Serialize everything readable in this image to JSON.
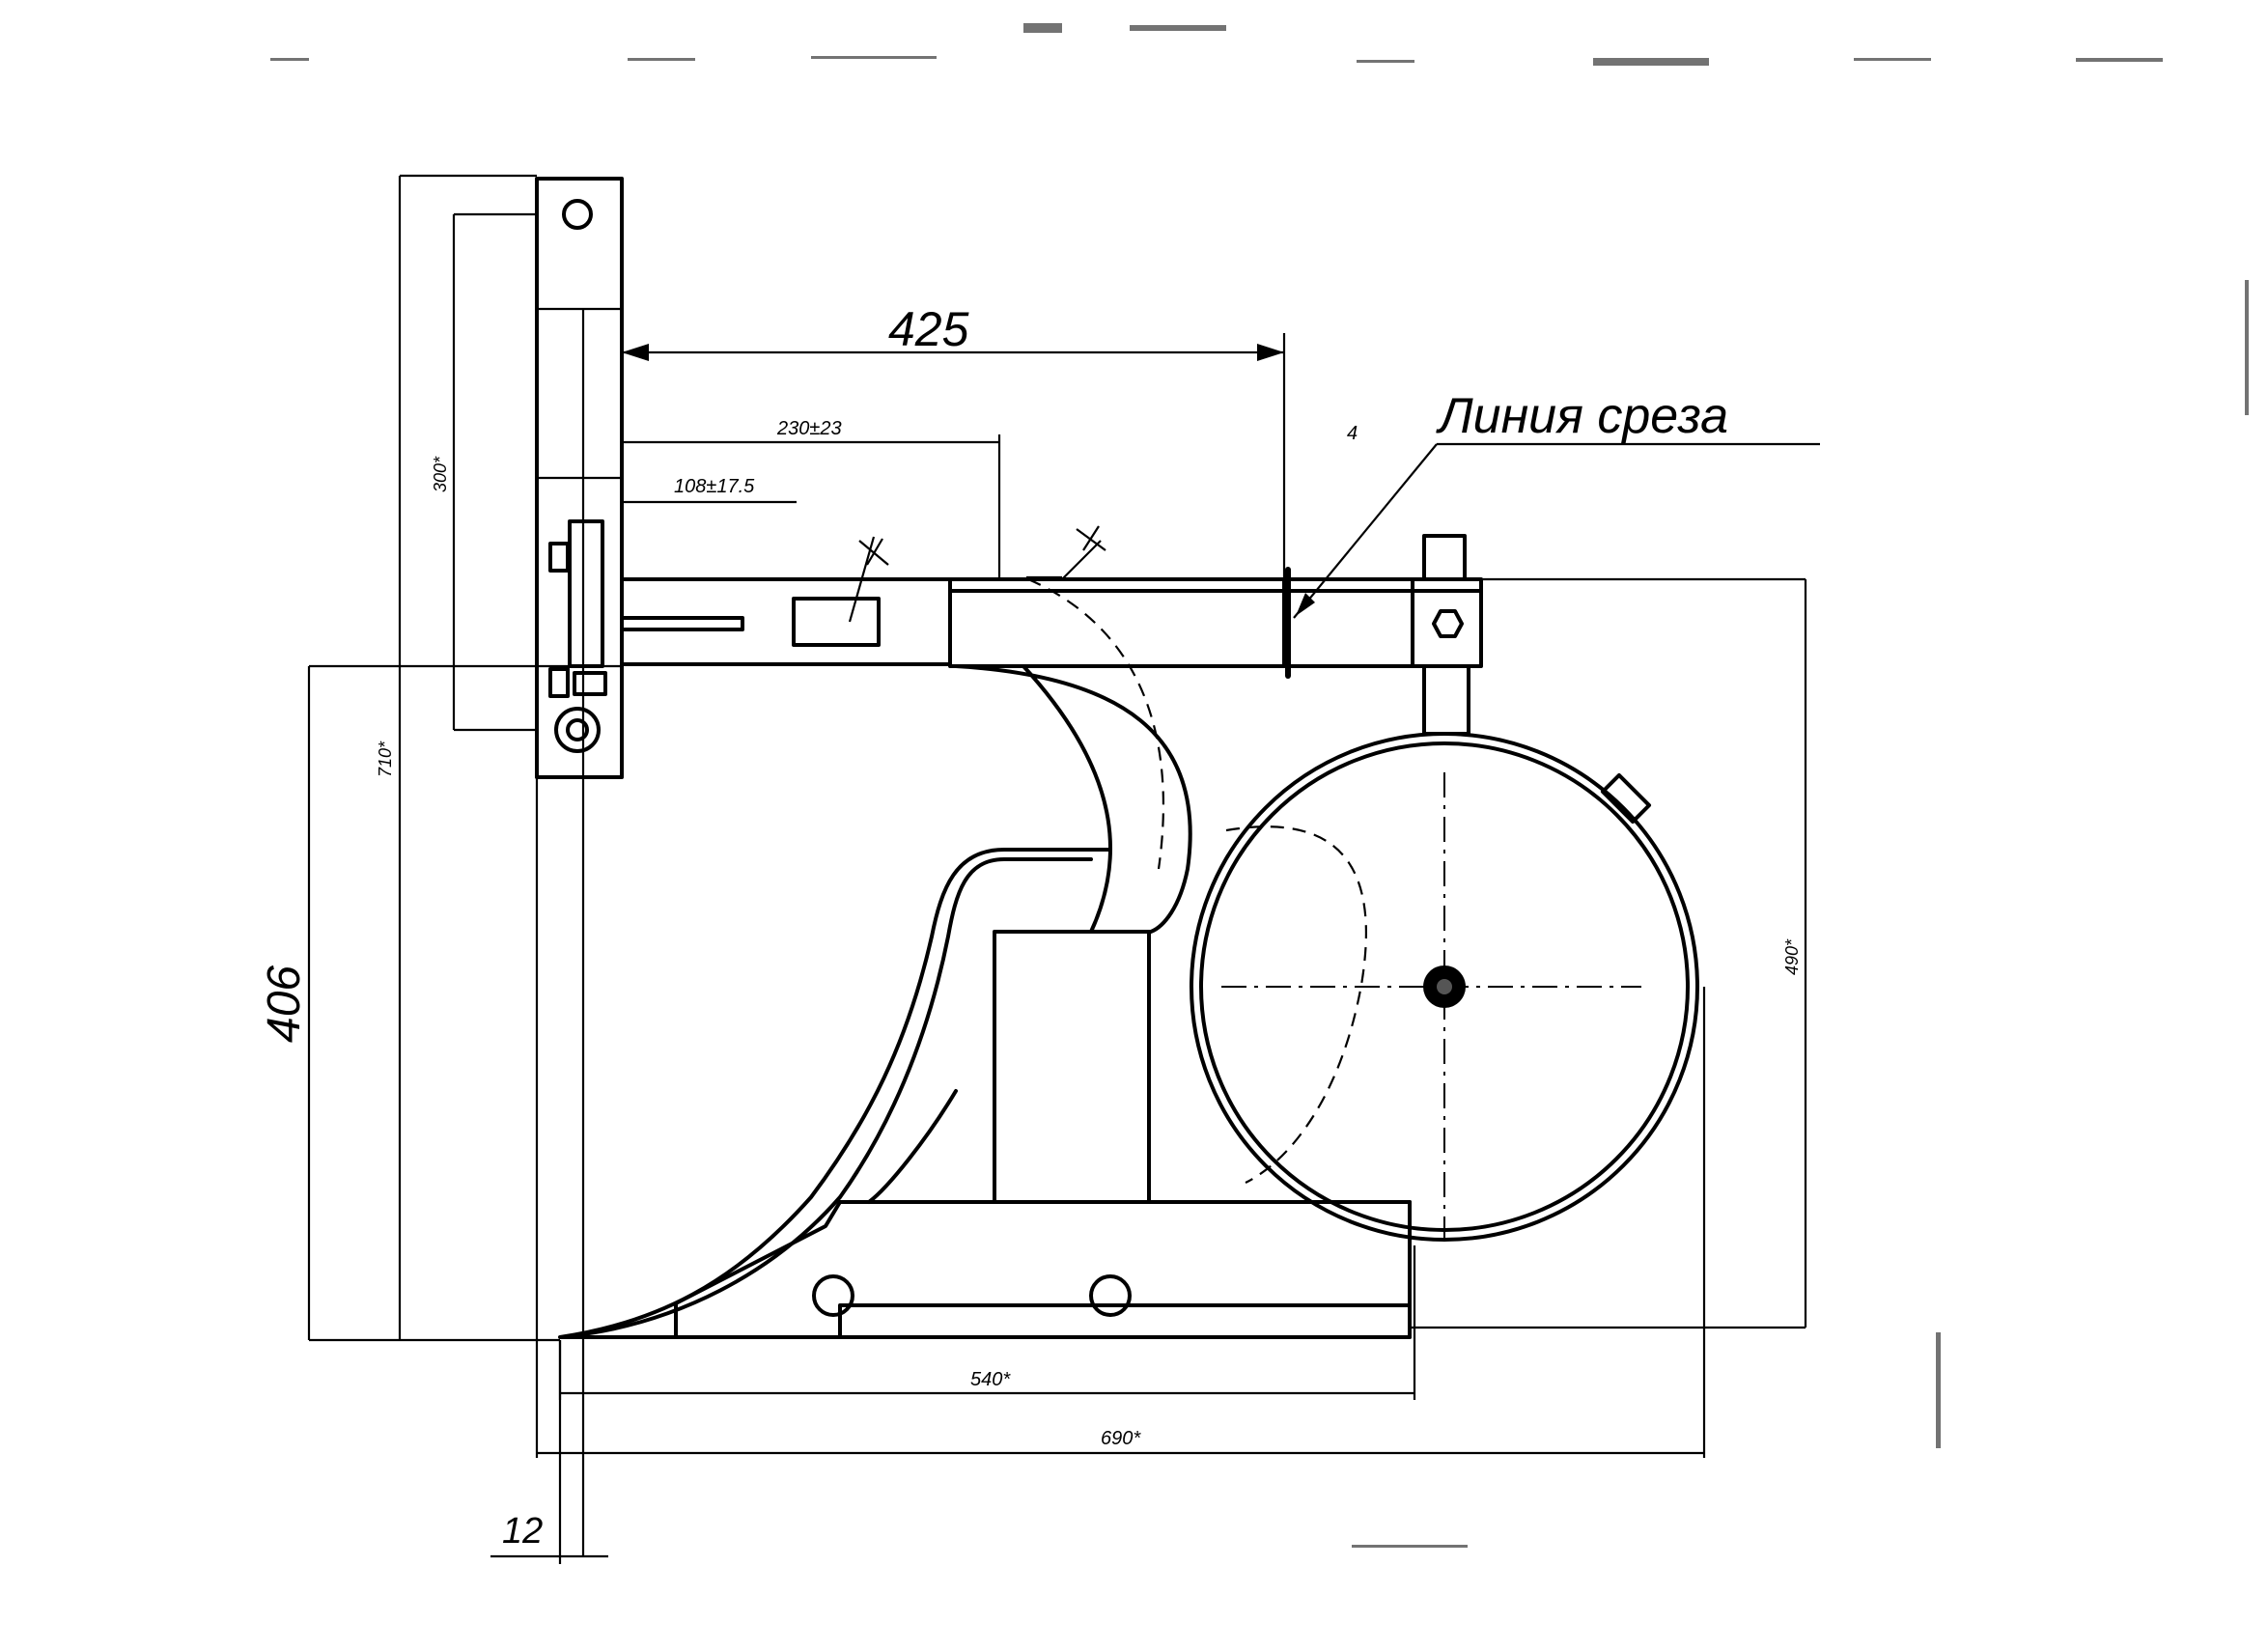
{
  "labels": {
    "cut_line": "Линия среза",
    "callout_number": "4"
  },
  "dimensions": {
    "d_425": "425",
    "d_230": "230±23",
    "d_108": "108±17.5",
    "d_300": "300*",
    "d_710": "710*",
    "d_406": "406",
    "d_490": "490*",
    "d_540": "540*",
    "d_690": "690*",
    "d_12": "12"
  },
  "icons": {
    "weld_mark_1": "weld-symbol-icon",
    "weld_mark_2": "weld-symbol-icon",
    "bolt_head": "hex-bolt-icon"
  },
  "colors": {
    "ink": "#000000",
    "paper": "#ffffff"
  }
}
